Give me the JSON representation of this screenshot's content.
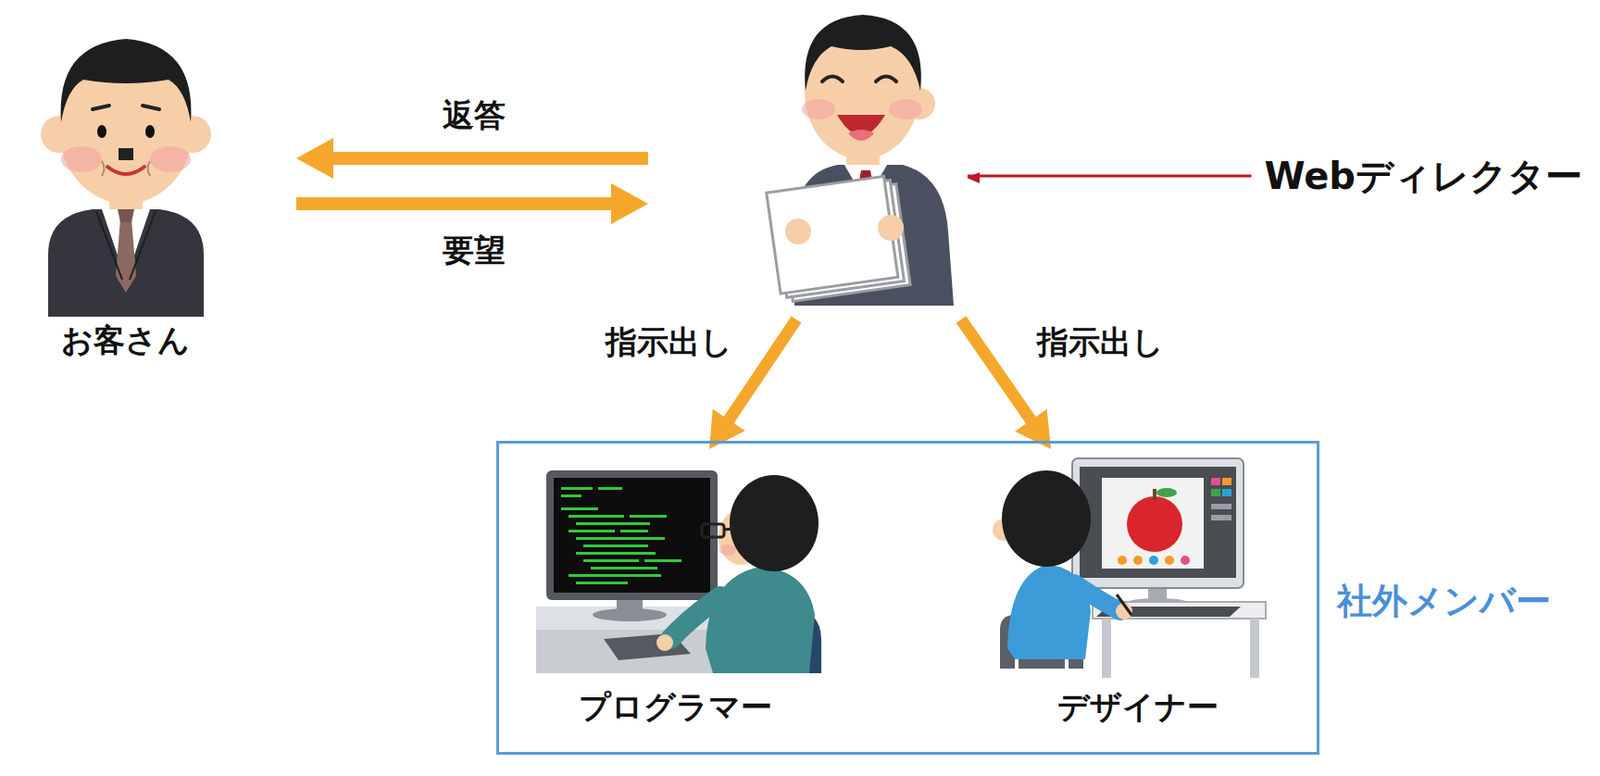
{
  "diagram": {
    "nodes": [
      {
        "text": [
          "お客さん"
        ]
      },
      {
        "text": [
          "Webディレクター"
        ]
      },
      {
        "text": [
          "社外メンバー"
        ]
      },
      {
        "text": [
          "プログラマー"
        ],
        "in": 2
      },
      {
        "text": [
          "デザイナー"
        ],
        "in": 2
      }
    ],
    "edges": [
      {
        "from": 1,
        "to": 0,
        "arrow": "to",
        "label": "返答"
      },
      {
        "from": 0,
        "to": 1,
        "arrow": "to",
        "label": "要望"
      },
      {
        "from": 1,
        "to": 3,
        "arrow": "to",
        "label": "指示出し"
      },
      {
        "from": 1,
        "to": 4,
        "arrow": "to",
        "label": "指示出し"
      }
    ]
  }
}
